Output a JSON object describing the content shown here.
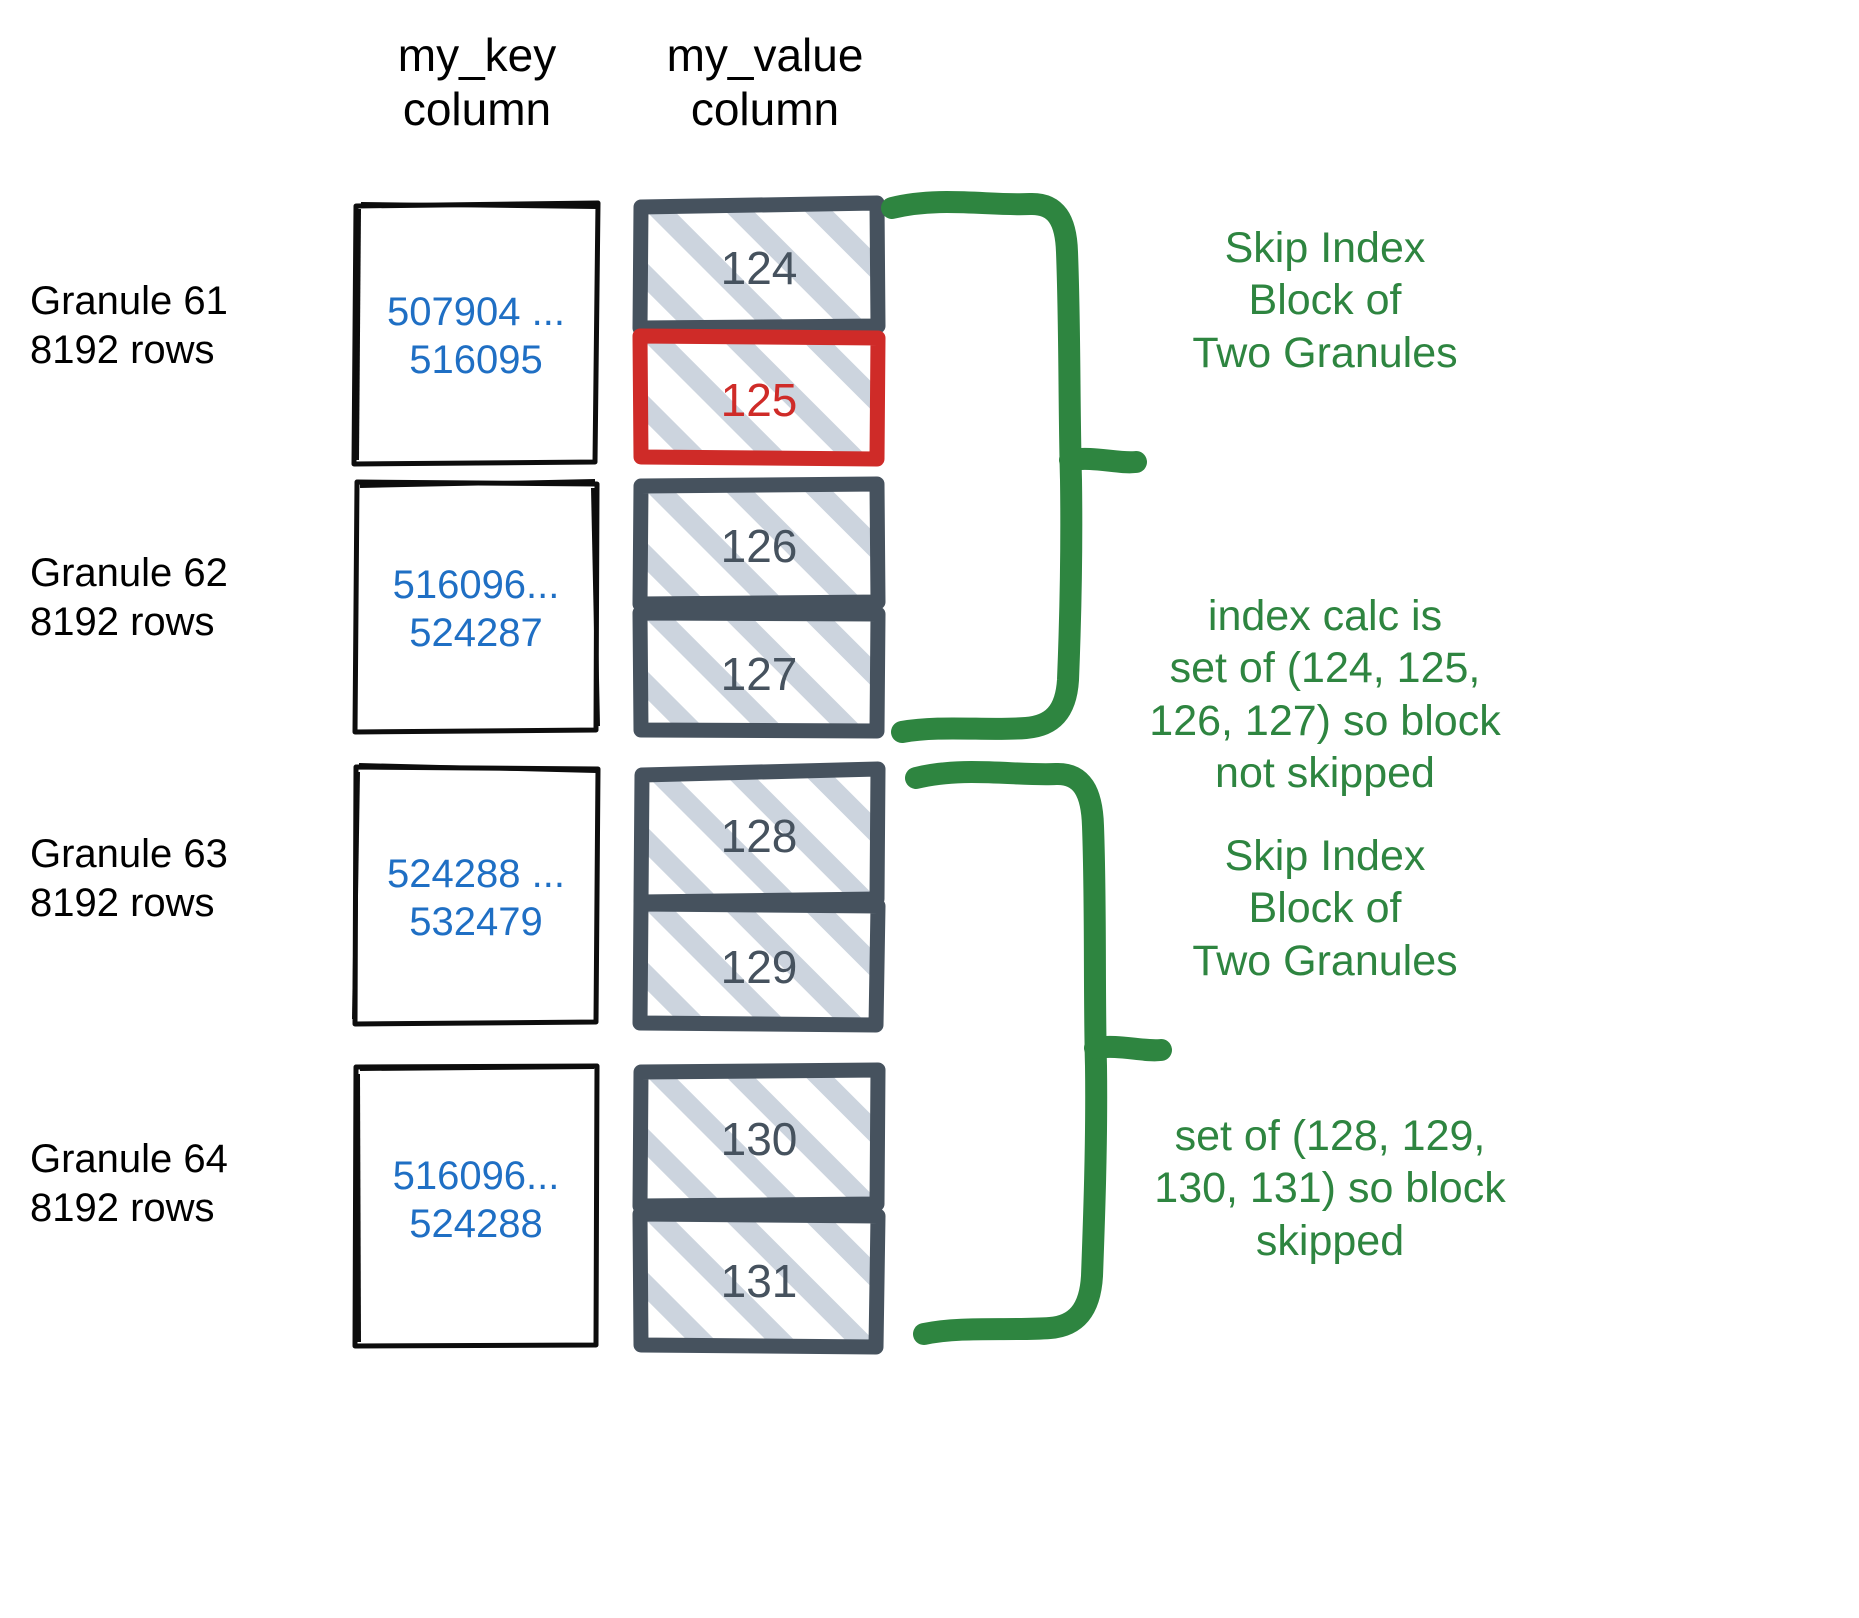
{
  "headers": {
    "key_column": "my_key\ncolumn",
    "value_column": "my_value\ncolumn"
  },
  "colors": {
    "key_text": "#1f6fc4",
    "value_text": "#46525e",
    "value_border": "#46525e",
    "hatch": "#ccd4de",
    "highlight": "#cf2b28",
    "annotation": "#2e8540",
    "label_text": "#000000",
    "key_border": "#000000"
  },
  "granules": [
    {
      "label": "Granule 61\n8192 rows",
      "key_range": "507904 ...\n516095",
      "values": [
        {
          "text": "124",
          "highlighted": false
        },
        {
          "text": "125",
          "highlighted": true
        }
      ]
    },
    {
      "label": "Granule 62\n8192 rows",
      "key_range": "516096...\n524287",
      "values": [
        {
          "text": "126",
          "highlighted": false
        },
        {
          "text": "127",
          "highlighted": false
        }
      ]
    },
    {
      "label": "Granule 63\n8192 rows",
      "key_range": "524288 ...\n532479",
      "values": [
        {
          "text": "128",
          "highlighted": false
        },
        {
          "text": "129",
          "highlighted": false
        }
      ]
    },
    {
      "label": "Granule 64\n8192 rows",
      "key_range": "516096...\n524288",
      "values": [
        {
          "text": "130",
          "highlighted": false
        },
        {
          "text": "131",
          "highlighted": false
        }
      ]
    }
  ],
  "annotations": [
    {
      "id": "block-1-title",
      "text": "Skip Index\nBlock of\nTwo Granules"
    },
    {
      "id": "block-1-detail",
      "text": "index calc is\nset of (124, 125,\n126, 127) so block\nnot skipped"
    },
    {
      "id": "block-2-title",
      "text": "Skip Index\nBlock of\nTwo Granules"
    },
    {
      "id": "block-2-detail",
      "text": "set of (128, 129,\n130, 131) so block\nskipped"
    }
  ]
}
